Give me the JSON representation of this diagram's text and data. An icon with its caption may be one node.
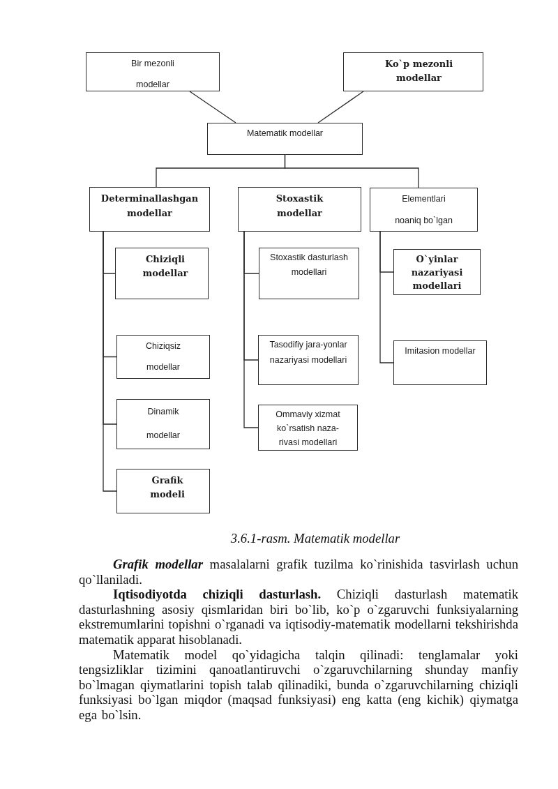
{
  "diagram": {
    "caption": "3.6.1-rasm. Matematik modellar",
    "nodes": [
      {
        "text": [
          "Bir mezonli modellar"
        ]
      },
      {
        "text": [
          "Ko`p mezonli modellar"
        ]
      },
      {
        "text": [
          "Matematik modellar"
        ]
      },
      {
        "text": [
          "Determinallashgan modellar"
        ]
      },
      {
        "text": [
          "Stoxastik modellar"
        ]
      },
      {
        "text": [
          "Elementlari noaniq bo`lgan"
        ]
      },
      {
        "text": [
          "Chiziqli modellar"
        ]
      },
      {
        "text": [
          "Chiziqsiz modellar"
        ]
      },
      {
        "text": [
          "Dinamik modellar"
        ]
      },
      {
        "text": [
          "Grafik modeli"
        ]
      },
      {
        "text": [
          "Stoxastik dasturlash modellari"
        ]
      },
      {
        "text": [
          "Tasodifiy jara-yonlar nazariyasi modellari"
        ]
      },
      {
        "text": [
          "Ommaviy xizmat ko`rsatish naza- rivasi modellari"
        ]
      },
      {
        "text": [
          "O`yinlar nazariyasi modellari"
        ]
      },
      {
        "text": [
          "Imitasion modellar"
        ]
      }
    ],
    "edges": [
      {
        "from": 0,
        "to": 2,
        "arrow": "none"
      },
      {
        "from": 1,
        "to": 2,
        "arrow": "none"
      },
      {
        "from": 2,
        "to": 3,
        "arrow": "none"
      },
      {
        "from": 2,
        "to": 5,
        "arrow": "none"
      },
      {
        "from": 3,
        "to": 6,
        "arrow": "none"
      },
      {
        "from": 3,
        "to": 7,
        "arrow": "none"
      },
      {
        "from": 3,
        "to": 8,
        "arrow": "none"
      },
      {
        "from": 3,
        "to": 9,
        "arrow": "none"
      },
      {
        "from": 4,
        "to": 10,
        "arrow": "none"
      },
      {
        "from": 4,
        "to": 11,
        "arrow": "none"
      },
      {
        "from": 4,
        "to": 12,
        "arrow": "none"
      },
      {
        "from": 5,
        "to": 13,
        "arrow": "none"
      },
      {
        "from": 5,
        "to": 14,
        "arrow": "none"
      }
    ],
    "labels": [
      "**Grafik modellar** masalalarni grafik tuzilma ko`rinishida tasvirlash uchun qo`llaniladi.",
      "**Iqtisodiyotda chiziqli dasturlash.** Chiziqli dasturlash matematik dasturlashning asosiy qismlaridan biri bo`lib, ko`p o`zgaruvchi funksiyalarning ekstremumlarini topishni o`rganadi va iqtisodiy-matematik modellarni tekshirishda matematik apparat hisoblanadi.",
      "Matematik model qo`yidagicha talqin qilinadi: tenglamalar yoki tengsizliklar tizimini qanoatlantiruvchi o`zgaruvchilarning shunday manfiy bo`lmagan qiymatlarini topish talab qilinadiki, bunda o`zgaruvchilarning chiziqli funksiyasi bo`lgan miqdor (maqsad funksiyasi) eng katta (eng kichik) qiymatga ega bo`lsin."
    ]
  }
}
